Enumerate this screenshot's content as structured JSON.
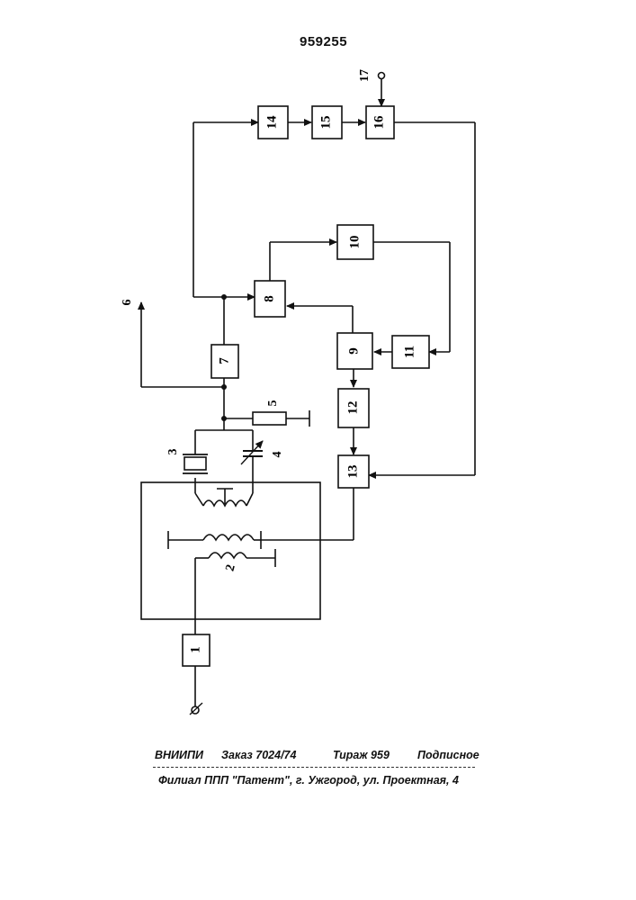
{
  "document": {
    "patent_number": "959255",
    "blocks": [
      "1",
      "7",
      "8",
      "9",
      "10",
      "11",
      "12",
      "13",
      "14",
      "15",
      "16"
    ],
    "components": [
      "2",
      "3",
      "4",
      "5"
    ],
    "terminals": [
      "6",
      "17"
    ],
    "footer": {
      "org": "ВНИИПИ",
      "order": "Заказ 7024/74",
      "circulation": "Тираж 959",
      "subscription": "Подписное",
      "branch": "Филиал ППП \"Патент\", г. Ужгород, ул. Проектная, 4"
    }
  }
}
